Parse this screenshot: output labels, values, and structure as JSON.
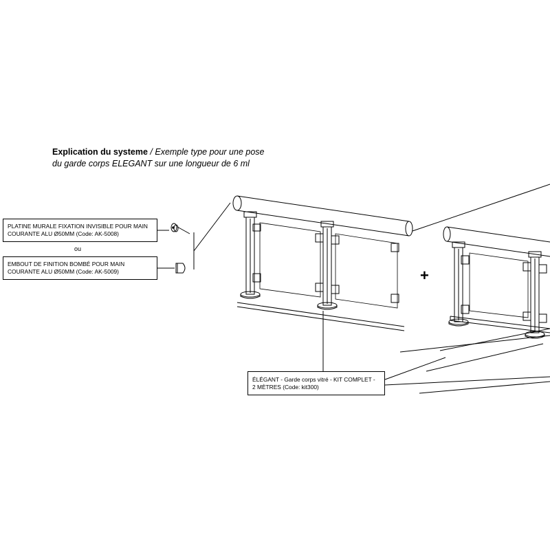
{
  "header": {
    "title_bold": "Explication du systeme",
    "title_sep": " / ",
    "title_italic": "Exemple type pour une pose",
    "line2_italic": "du garde corps ELEGANT sur une longueur de 6 ml"
  },
  "callouts": {
    "platine": {
      "line1": "PLATINE MURALE FIXATION INVISIBLE POUR MAIN",
      "line2": "COURANTE ALU Ø50MM (Code: AK-5008)"
    },
    "separator": "ou",
    "embout": {
      "line1": "EMBOUT DE FINITION BOMBÉ POUR MAIN",
      "line2": "COURANTE ALU Ø50MM (Code: AK-5009)"
    },
    "kit": {
      "line1": "ÉLÉGANT - Garde corps vitré - KIT COMPLET -",
      "line2": "2 MÈTRES  (Code: kit300)"
    }
  },
  "plus_sign": "+",
  "icons": [
    "wall-plate-icon",
    "end-cap-icon"
  ]
}
